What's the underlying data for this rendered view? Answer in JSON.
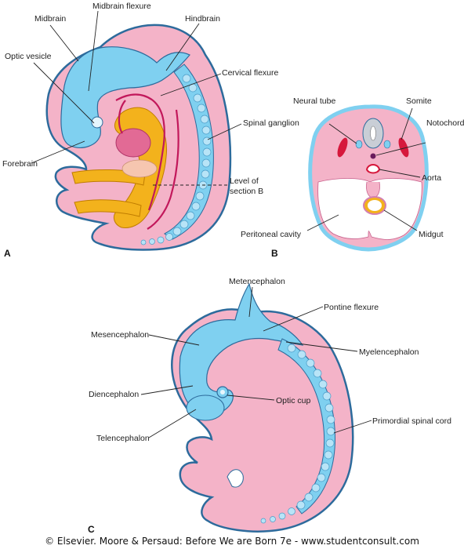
{
  "labels": {
    "midbrain": "Midbrain",
    "midbrain_flexure": "Midbrain flexure",
    "hindbrain": "Hindbrain",
    "optic_vesicle": "Optic vesicle",
    "cervical_flexure": "Cervical flexure",
    "spinal_ganglion": "Spinal ganglion",
    "forebrain": "Forebrain",
    "level_of": "Level of",
    "section_b": "section B",
    "neural_tube": "Neural tube",
    "somite": "Somite",
    "notochord": "Notochord",
    "aorta": "Aorta",
    "peritoneal_cavity": "Peritoneal cavity",
    "midgut": "Midgut",
    "metencephalon": "Metencephalon",
    "pontine_flexure": "Pontine flexure",
    "mesencephalon": "Mesencephalon",
    "myelencephalon": "Myelencephalon",
    "diencephalon": "Diencephalon",
    "optic_cup": "Optic cup",
    "telencephalon": "Telencephalon",
    "primordial_spinal_cord": "Primordial spinal cord"
  },
  "panels": {
    "a": "A",
    "b": "B",
    "c": "C"
  },
  "copyright": "© Elsevier. Moore & Persaud: Before We are Born 7e - www.studentconsult.com",
  "colors": {
    "pink": "#f4b3c8",
    "blue": "#7fd0f0",
    "outline": "#2d6b9c",
    "yellow": "#f3b21c",
    "red": "#d6183c",
    "magenta": "#c2185b",
    "gray": "#c9ced6"
  }
}
